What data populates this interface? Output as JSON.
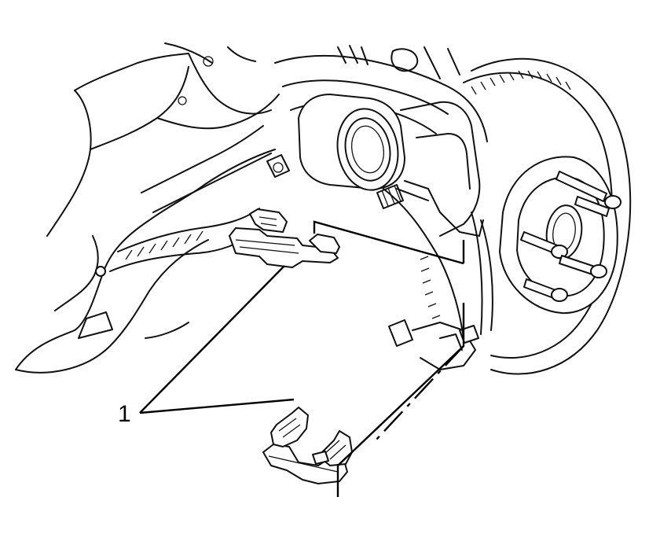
{
  "callouts": [
    {
      "label": "1"
    }
  ],
  "icons": {
    "brake-assembly": "brake-caliper-rotor-illustration",
    "upper-clip": "brake-pad-abutment-clip-upper",
    "lower-clip": "brake-pad-abutment-clip-lower"
  },
  "colors": {
    "ink": "#111111",
    "background": "#ffffff"
  }
}
